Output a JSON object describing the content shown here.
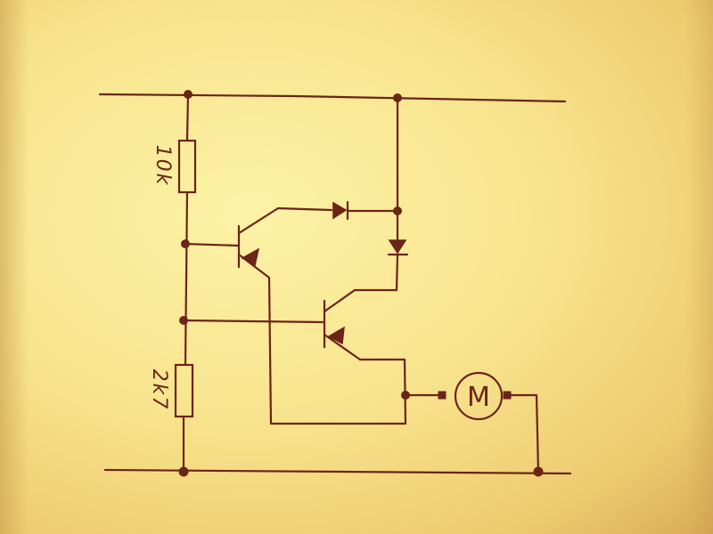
{
  "colors": {
    "ink": "#6b2418",
    "paper": "#f8e48e"
  },
  "components": {
    "r1": {
      "label": "10k",
      "icon": "resistor-icon"
    },
    "r2": {
      "label": "2k7",
      "icon": "resistor-icon"
    },
    "motor": {
      "label": "M",
      "icon": "motor-icon"
    },
    "q1": {
      "icon": "pnp-transistor-icon"
    },
    "q2": {
      "icon": "pnp-transistor-icon"
    },
    "d1": {
      "icon": "diode-icon"
    },
    "d2": {
      "icon": "diode-icon"
    }
  }
}
